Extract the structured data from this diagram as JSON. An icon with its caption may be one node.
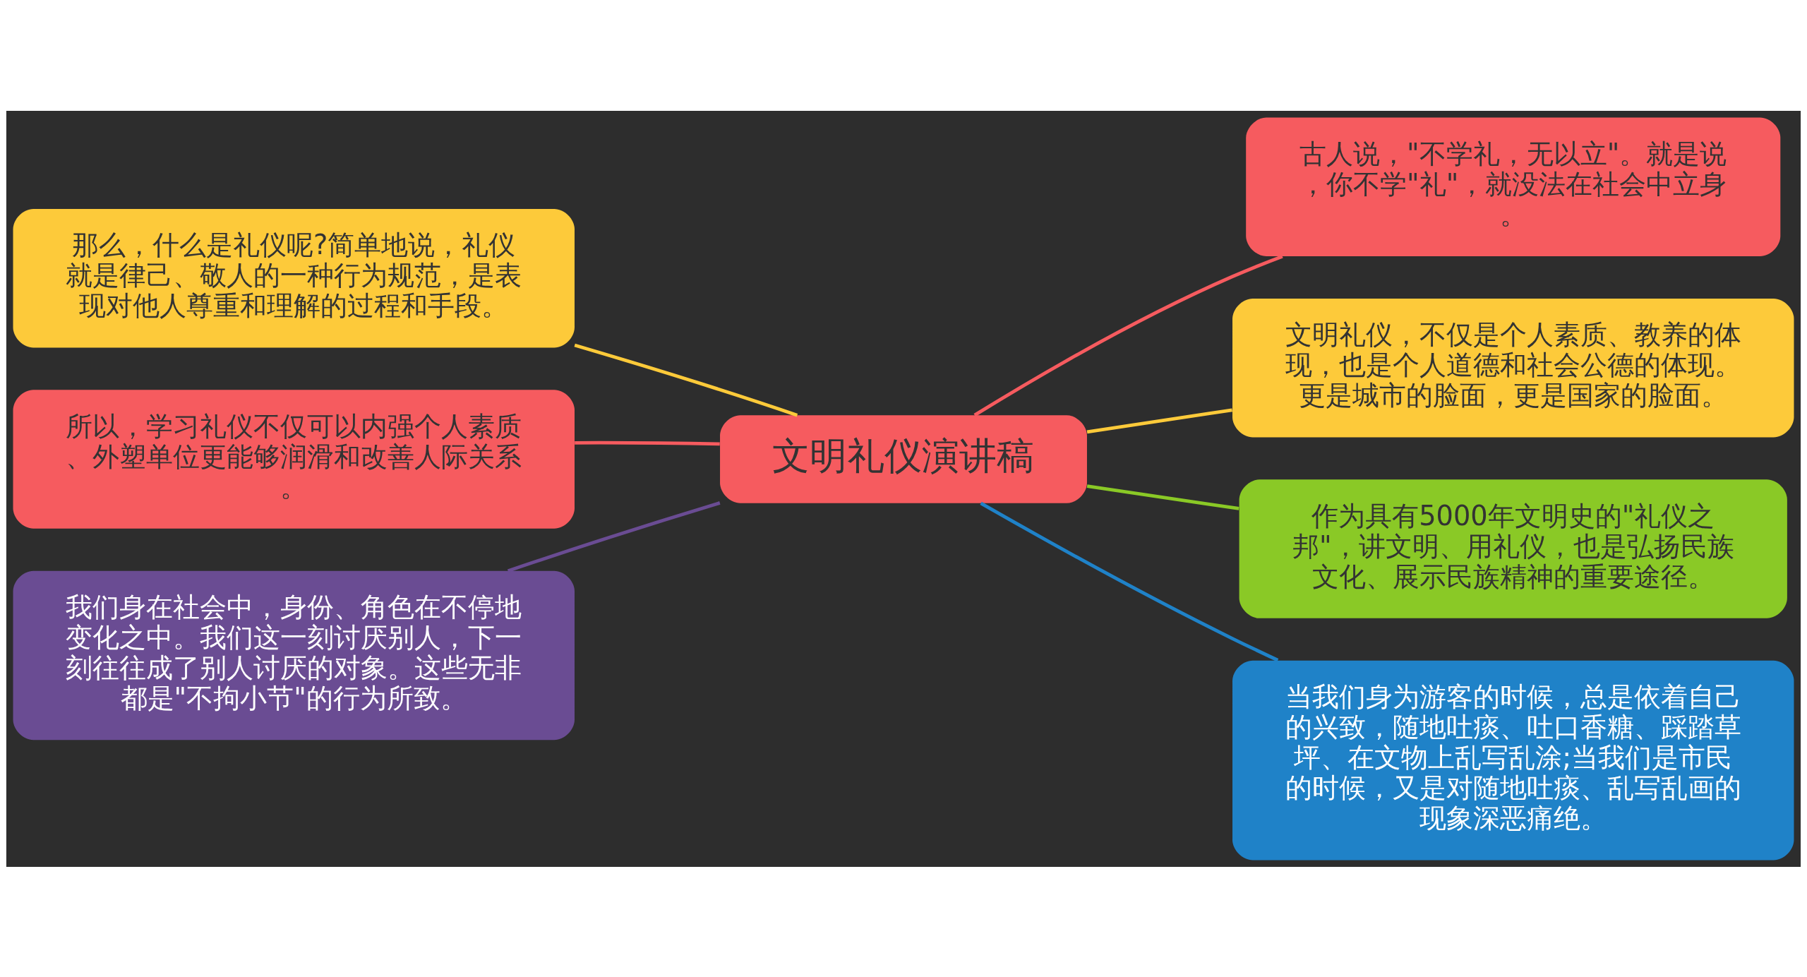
{
  "diagram": {
    "nodes": [
      {
        "text": [
          "文明礼仪演讲稿"
        ]
      },
      {
        "text": [
          "古人说，\"不学礼，无以立\"。就是说，你不学\"礼\"，就没法在社会中立身。"
        ]
      },
      {
        "text": [
          "那么，什么是礼仪呢?简单地说，礼仪就是律己、敬人的一种行为规范，是表现对他人尊重和理解的过程和手段。"
        ]
      },
      {
        "text": [
          "文明礼仪，不仅是个人素质、教养的体现，也是个人道德和社会公德的体现。更是城市的脸面，更是国家的脸面。"
        ]
      },
      {
        "text": [
          "所以，学习礼仪不仅可以内强个人素质、外塑单位更能够润滑和改善人际关系。"
        ]
      },
      {
        "text": [
          "作为具有5000年文明史的\"礼仪之邦\"，讲文明、用礼仪，也是弘扬民族文化、展示民族精神的重要途径。"
        ]
      },
      {
        "text": [
          "我们身在社会中，身份、角色在不停地变化之中。我们这一刻讨厌别人，下一刻往往成了别人讨厌的对象。这些无非都是\"不拘小节\"的行为所致。"
        ]
      },
      {
        "text": [
          "当我们身为游客的时候，总是依着自己的兴致，随地吐痰、吐口香糖、踩踏草坪、在文物上乱写乱涂;当我们是市民的时候，又是对随地吐痰、乱写乱画的现象深恶痛绝。"
        ]
      }
    ],
    "edges": [
      {
        "from": 0,
        "to": 1,
        "arrow": "none",
        "color": "#f65b5f"
      },
      {
        "from": 0,
        "to": 2,
        "arrow": "none",
        "color": "#fdca3a"
      },
      {
        "from": 0,
        "to": 3,
        "arrow": "none",
        "color": "#fdca3a"
      },
      {
        "from": 0,
        "to": 4,
        "arrow": "none",
        "color": "#f65b5f"
      },
      {
        "from": 0,
        "to": 5,
        "arrow": "none",
        "color": "#8ac926"
      },
      {
        "from": 0,
        "to": 6,
        "arrow": "none",
        "color": "#6a4c93"
      },
      {
        "from": 0,
        "to": 7,
        "arrow": "none",
        "color": "#1f82c8"
      }
    ]
  }
}
